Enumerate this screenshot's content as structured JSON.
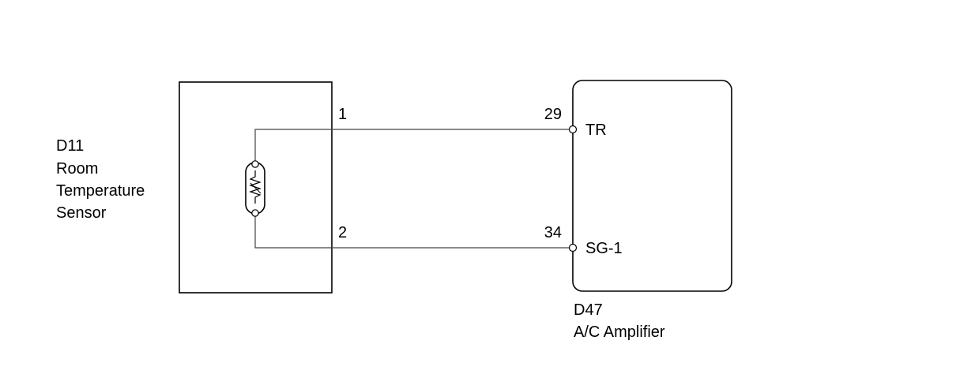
{
  "sensor": {
    "code": "D11",
    "name_lines": [
      "Room",
      "Temperature",
      "Sensor"
    ],
    "pins": [
      "1",
      "2"
    ]
  },
  "amplifier": {
    "code": "D47",
    "name": "A/C Amplifier",
    "pins": [
      {
        "number": "29",
        "signal": "TR"
      },
      {
        "number": "34",
        "signal": "SG-1"
      }
    ]
  },
  "colors": {
    "line": "#000000",
    "wire": "#555555",
    "background": "#ffffff"
  },
  "icons": {
    "sensor_element": "thermistor-icon",
    "terminal": "terminal-circle-icon"
  }
}
